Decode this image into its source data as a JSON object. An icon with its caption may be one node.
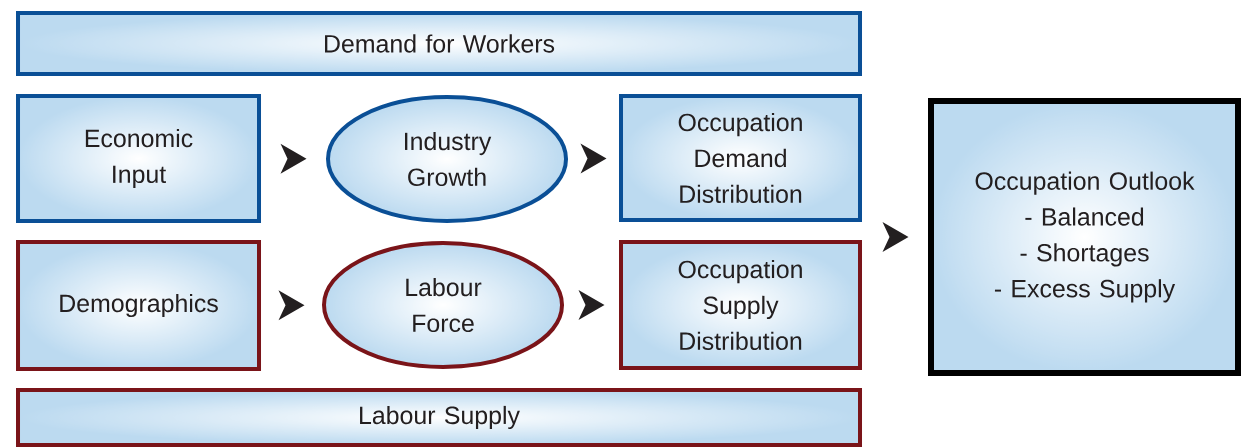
{
  "diagram": {
    "nodes": [
      {
        "text": [
          "Demand for Workers"
        ]
      },
      {
        "text": [
          "Economic Input"
        ]
      },
      {
        "text": [
          "Industry Growth"
        ]
      },
      {
        "text": [
          "Occupation Demand Distribution"
        ]
      },
      {
        "text": [
          "Demographics"
        ]
      },
      {
        "text": [
          "Labour Force"
        ]
      },
      {
        "text": [
          "Occupation Supply Distribution"
        ]
      },
      {
        "text": [
          "Occupation Outlook",
          "- Balanced",
          "- Shortages",
          "- Excess Supply"
        ]
      },
      {
        "text": [
          "Labour Supply"
        ]
      }
    ],
    "edges": [
      {
        "from": 1,
        "to": 2,
        "arrow": "to"
      },
      {
        "from": 2,
        "to": 3,
        "arrow": "to"
      },
      {
        "from": 4,
        "to": 5,
        "arrow": "to"
      },
      {
        "from": 5,
        "to": 6,
        "arrow": "to"
      },
      {
        "from": 3,
        "to": 7,
        "arrow": "to"
      },
      {
        "from": 6,
        "to": 7,
        "arrow": "to"
      }
    ]
  }
}
